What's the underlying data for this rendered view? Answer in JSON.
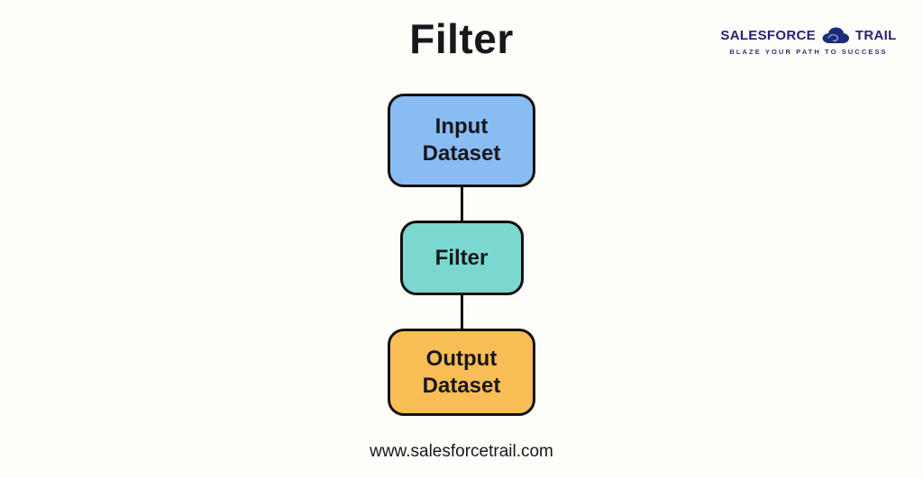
{
  "page": {
    "title": "Filter",
    "footer_url": "www.salesforcetrail.com",
    "background_color": "#fdfdfa"
  },
  "logo": {
    "brand_left": "SALESFORCE",
    "brand_right": "TRAIL",
    "tagline": "BLAZE YOUR PATH TO SUCCESS",
    "brand_color": "#2a2173",
    "cloud_color": "#1d2b7b",
    "cloud_swirl_color": "#8fa6e8"
  },
  "diagram": {
    "border_color": "#111111",
    "connector_color": "#111111",
    "nodes": [
      {
        "id": "input-dataset",
        "label": "Input Dataset",
        "fill": "#89bcf3"
      },
      {
        "id": "filter",
        "label": "Filter",
        "fill": "#7bd8d0"
      },
      {
        "id": "output-dataset",
        "label": "Output Dataset",
        "fill": "#f8be55"
      }
    ]
  }
}
